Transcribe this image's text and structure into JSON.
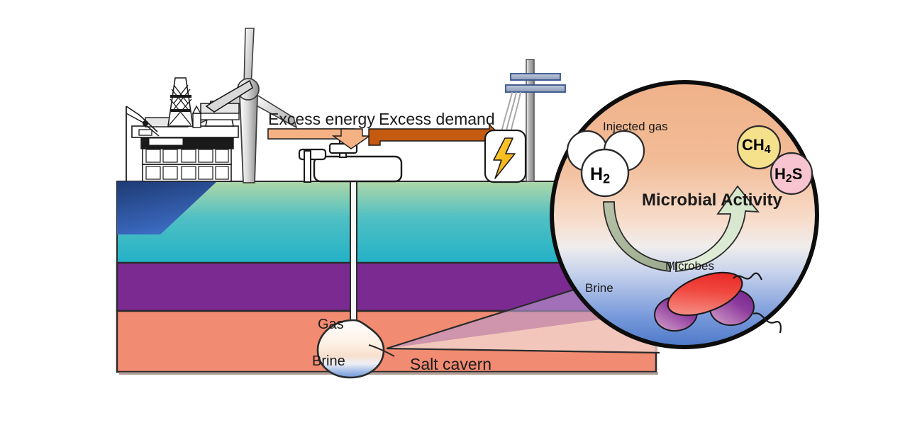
{
  "figure": {
    "type": "schematic-diagram",
    "topic": "Underground hydrogen storage in a salt cavern with microbial activity",
    "background_color": "#ffffff"
  },
  "surface": {
    "icons": [
      {
        "name": "offshore-oil-platform",
        "label": ""
      },
      {
        "name": "wind-turbine",
        "label": ""
      },
      {
        "name": "power-transmission-pylon",
        "label": ""
      },
      {
        "name": "lightning-bolt-electricity",
        "label": ""
      },
      {
        "name": "wellhead-compressor-station",
        "label": ""
      }
    ]
  },
  "flow_arrows": [
    {
      "id": "excess-energy",
      "label": "Excess energy",
      "color": "#F4B183",
      "direction": "right-then-down",
      "meaning": "surplus electricity converted and injected into storage"
    },
    {
      "id": "excess-demand",
      "label": "Excess demand",
      "color": "#C55A11",
      "direction": "up-then-right",
      "meaning": "stored gas withdrawn to meet demand"
    }
  ],
  "subsurface": {
    "layers": [
      {
        "name": "sea-water",
        "color_top": "#1F3B73",
        "color_bottom": "#3C6CC4"
      },
      {
        "name": "overburden-shallow",
        "color_top": "#A9D5A6",
        "color_bottom": "#29B2C6"
      },
      {
        "name": "caprock-purple",
        "color": "#7B2A92"
      },
      {
        "name": "salt-formation",
        "color": "#F18B72"
      }
    ],
    "cavern": {
      "name": "salt-cavern",
      "label": "Salt cavern",
      "contents": [
        {
          "label": "Gas",
          "region": "upper"
        },
        {
          "label": "Brine",
          "region": "lower"
        }
      ]
    },
    "well": {
      "name": "injection-withdrawal-well"
    }
  },
  "inset": {
    "name": "magnified-cavern-detail",
    "gradient": {
      "top": "#F0B48C",
      "middle": "#F5E6DC",
      "bottom": "#4A74C8"
    },
    "labels": {
      "injected_gas": "Injected gas",
      "microbes": "Microbes",
      "brine": "Brine",
      "process": "Microbial Activity"
    },
    "reactant_bubbles": [
      {
        "formula": "H2",
        "display": "H",
        "subscript": "2",
        "fill": "#ffffff",
        "count": 3
      }
    ],
    "product_bubbles": [
      {
        "formula": "CH4",
        "display": "CH",
        "subscript": "4",
        "fill": "#F5E08C"
      },
      {
        "formula": "H2S",
        "display_pre": "H",
        "subscript": "2",
        "display_post": "S",
        "fill": "#F7C4CF"
      }
    ],
    "reaction_arrows": [
      {
        "id": "consume-h2",
        "color": "#A8B49A",
        "from": "H2",
        "to": "microbes"
      },
      {
        "id": "produce-gas",
        "color": "#D8E8D0",
        "from": "microbes",
        "to": "CH4 / H2S"
      }
    ],
    "microbe_shapes": [
      {
        "name": "rod-microbe-red",
        "color": "#E8222A",
        "flagellum": true
      },
      {
        "name": "coccus-microbe-purple-left",
        "color": "#7B2A92",
        "flagellum": false
      },
      {
        "name": "coccus-microbe-purple-right",
        "color": "#7B2A92",
        "flagellum": true
      }
    ]
  }
}
